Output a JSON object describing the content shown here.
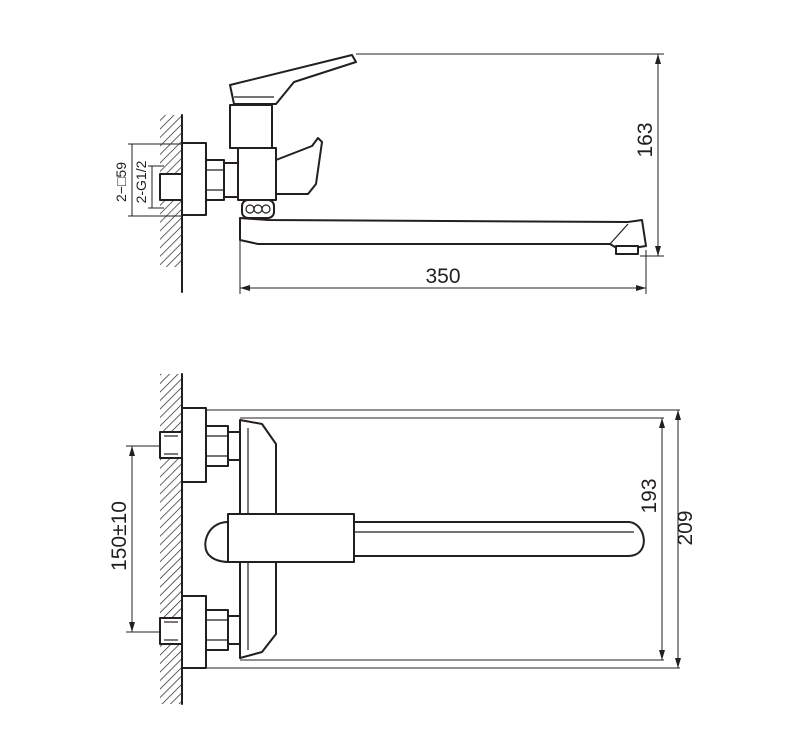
{
  "side_view": {
    "dims": {
      "height": "163",
      "length": "350",
      "square": "2−□59",
      "thread": "2-G1/2"
    }
  },
  "top_view": {
    "dims": {
      "spacing": "150±10",
      "inner_depth": "193",
      "outer_depth": "209"
    }
  }
}
